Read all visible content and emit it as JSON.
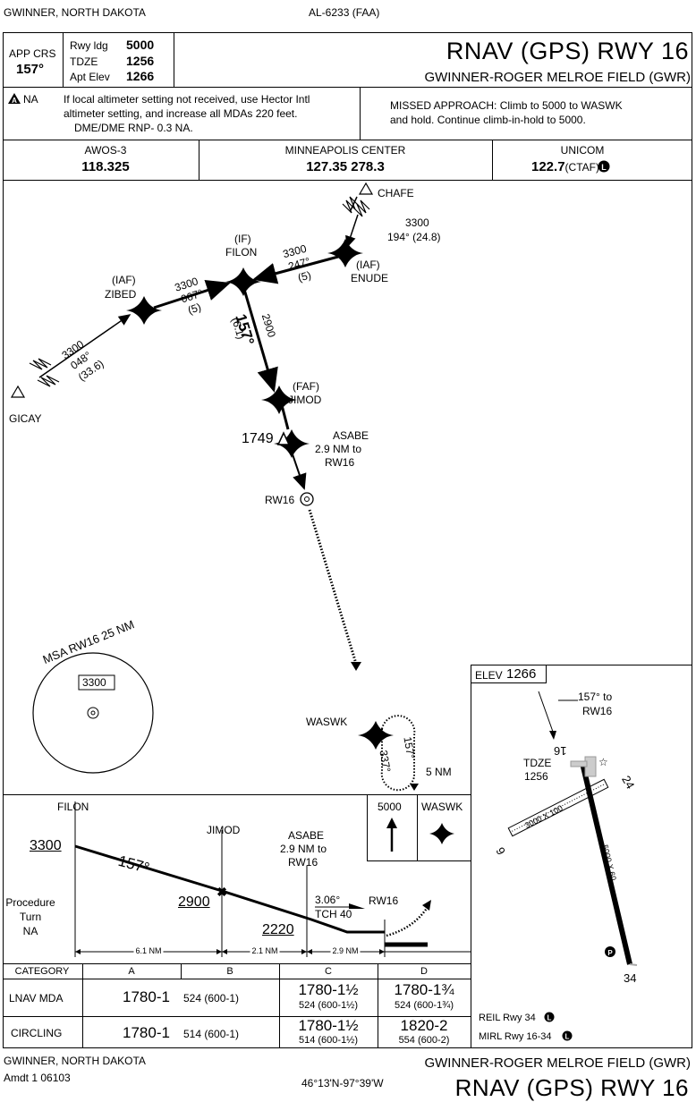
{
  "header": {
    "location_top": "GWINNER, NORTH DAKOTA",
    "chart_id": "AL-6233 (FAA)",
    "title": "RNAV (GPS) RWY 16",
    "airport": "GWINNER-ROGER MELROE FIELD (GWR)"
  },
  "briefing": {
    "app_crs_label": "APP CRS",
    "app_crs_value": "157°",
    "rwy_ldg_label": "Rwy ldg",
    "rwy_ldg_value": "5000",
    "tdze_label": "TDZE",
    "tdze_value": "1256",
    "apt_elev_label": "Apt Elev",
    "apt_elev_value": "1266",
    "na_label": "NA",
    "notes": [
      "If local altimeter setting not received, use Hector Intl",
      "altimeter setting, and increase all MDAs 220 feet.",
      "DME/DME RNP- 0.3 NA."
    ],
    "missed_approach": [
      "MISSED APPROACH: Climb to 5000 to WASWK",
      "and hold. Continue climb-in-hold to 5000."
    ]
  },
  "comms": [
    {
      "label": "AWOS-3",
      "freq": "118.325",
      "suffix": ""
    },
    {
      "label": "MINNEAPOLIS CENTER",
      "freq": "127.35  278.3",
      "suffix": ""
    },
    {
      "label": "UNICOM",
      "freq": "122.7",
      "suffix": "(CTAF)"
    }
  ],
  "planview": {
    "chafe": "CHAFE",
    "chafe_alt": "3300",
    "chafe_crs": "194° (24.8)",
    "enude_type": "(IAF)",
    "enude": "ENUDE",
    "enude_alt": "3300",
    "enude_crs": "247°",
    "enude_dist": "(5)",
    "filon_type": "(IF)",
    "filon": "FILON",
    "zibed_type": "(IAF)",
    "zibed": "ZIBED",
    "zibed_alt": "3300",
    "zibed_crs": "067°",
    "zibed_dist": "(5)",
    "gicay": "GICAY",
    "gicay_alt": "3300",
    "gicay_crs": "048°",
    "gicay_dist": "(33.6)",
    "final_alt": "2900",
    "final_crs": "157°",
    "final_dist": "(6.1)",
    "jimod_type": "(FAF)",
    "jimod": "JIMOD",
    "obstacle": "1749",
    "asabe": "ASABE",
    "asabe_d1": "2.9 NM to",
    "asabe_d2": "RW16",
    "rw16": "RW16",
    "msa": "MSA RW16 25 NM",
    "msa_alt": "3300",
    "waswk": "WASWK",
    "hold_in": "157°",
    "hold_out": "337°",
    "hold_leg": "5 NM"
  },
  "airport_diagram": {
    "elev_label": "ELEV",
    "elev_value": "1266",
    "crs_note1": "157° to",
    "crs_note2": "RW16",
    "tdze_label": "TDZE",
    "tdze_value": "1256",
    "rwy_main": "5000 X 60",
    "rwy_cross": "3000 X 100",
    "rwy16": "16",
    "rwy34": "34",
    "rwy24": "24",
    "rwy6": "6",
    "lights1": "REIL Rwy 34",
    "lights2": "MIRL Rwy 16-34"
  },
  "profile": {
    "filon": "FILON",
    "filon_alt": "3300",
    "crs": "157°",
    "jimod": "JIMOD",
    "jimod_alt": "2900",
    "asabe": "ASABE",
    "asabe_d1": "2.9 NM to",
    "asabe_d2": "RW16",
    "asabe_alt": "2220",
    "gp": "3.06°",
    "tch": "TCH 40",
    "rw16": "RW16",
    "pt1": "Procedure",
    "pt2": "Turn",
    "pt3": "NA",
    "seg1": "6.1 NM",
    "seg2": "2.1 NM",
    "seg3": "2.9 NM",
    "ma_alt": "5000",
    "ma_fix": "WASWK"
  },
  "minimums": {
    "header": [
      "CATEGORY",
      "A",
      "B",
      "C",
      "D"
    ],
    "lnav_label": "LNAV  MDA",
    "lnav_ab": "1780-1",
    "lnav_ab_sub": "524 (600-1)",
    "lnav_c": "1780-1½",
    "lnav_c_sub": "524 (600-1½)",
    "lnav_d": "1780-1¾",
    "lnav_d_sub": "524 (600-1¾)",
    "circ_label": "CIRCLING",
    "circ_ab": "1780-1",
    "circ_ab_sub": "514 (600-1)",
    "circ_c": "1780-1½",
    "circ_c_sub": "514 (600-1½)",
    "circ_d": "1820-2",
    "circ_d_sub": "554 (600-2)"
  },
  "footer": {
    "location": "GWINNER, NORTH DAKOTA",
    "amdt": "Amdt 1 06103",
    "coords": "46°13'N-97°39'W",
    "airport": "GWINNER-ROGER MELROE FIELD (GWR)",
    "title": "RNAV (GPS) RWY 16"
  }
}
